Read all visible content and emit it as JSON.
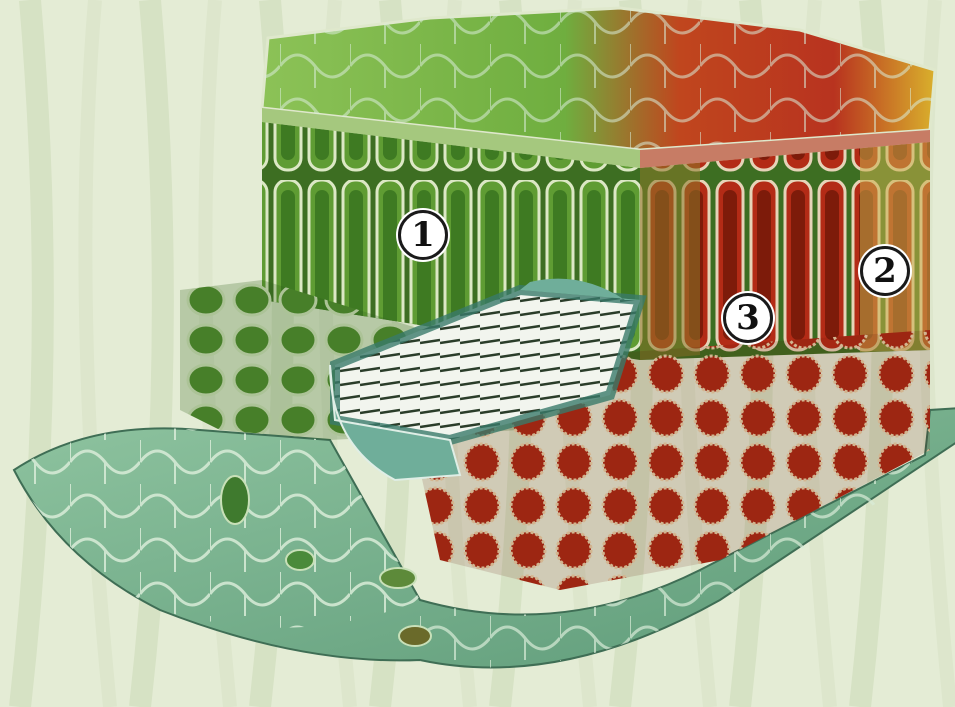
{
  "diagram": {
    "callouts": [
      {
        "id": "1",
        "label": "1"
      },
      {
        "id": "2",
        "label": "2"
      },
      {
        "id": "3",
        "label": "3"
      }
    ]
  },
  "colors": {
    "background": "#e4ecd5",
    "background_stripes": "#d3dfc0",
    "upper_epidermis_green": "#6fae3f",
    "upper_epidermis_red": "#b8331f",
    "upper_epidermis_yellow": "#d9b02c",
    "palisade_green": "#5f9c33",
    "palisade_red": "#b32b16",
    "spongy_green": "#4f8a2e",
    "spongy_red": "#a82a14",
    "vein_white": "#f2f5ee",
    "lower_epidermis_teal": "#7fb89a",
    "cell_wall": "#e8f0dc"
  }
}
